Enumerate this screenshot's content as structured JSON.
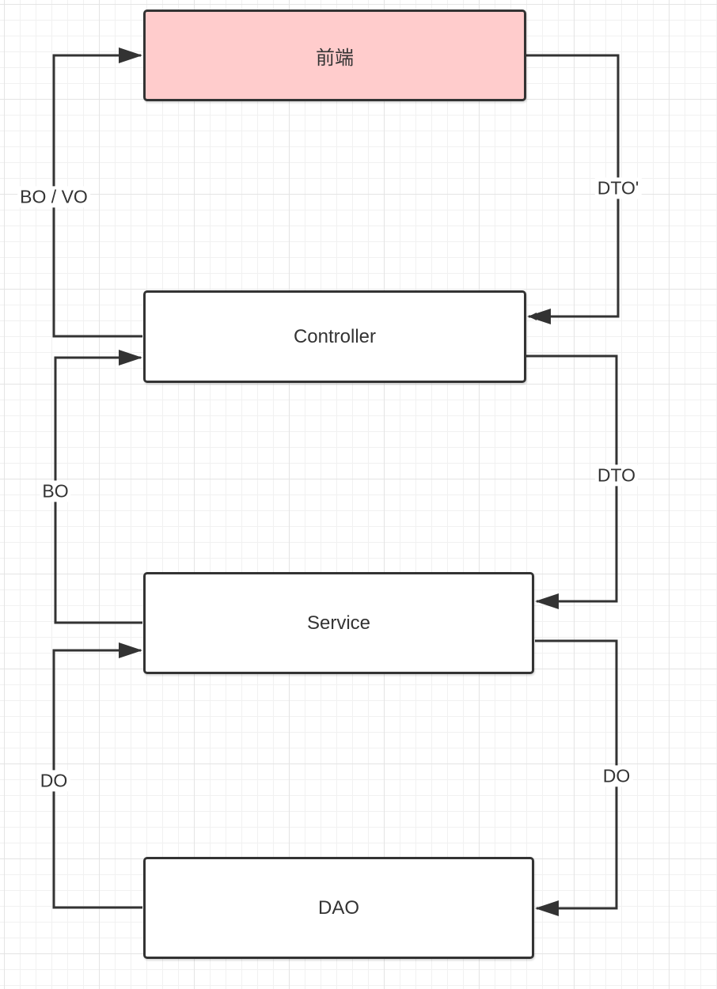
{
  "nodes": {
    "frontend": "前端",
    "controller": "Controller",
    "service": "Service",
    "dao": "DAO"
  },
  "edges": {
    "frontend_to_controller": "DTO'",
    "controller_to_frontend": "BO / VO",
    "controller_to_service": "DTO",
    "service_to_controller": "BO",
    "service_to_dao": "DO",
    "dao_to_service": "DO"
  },
  "colors": {
    "frontend_fill": "#ffcccc",
    "node_fill": "#ffffff",
    "stroke": "#333333"
  }
}
